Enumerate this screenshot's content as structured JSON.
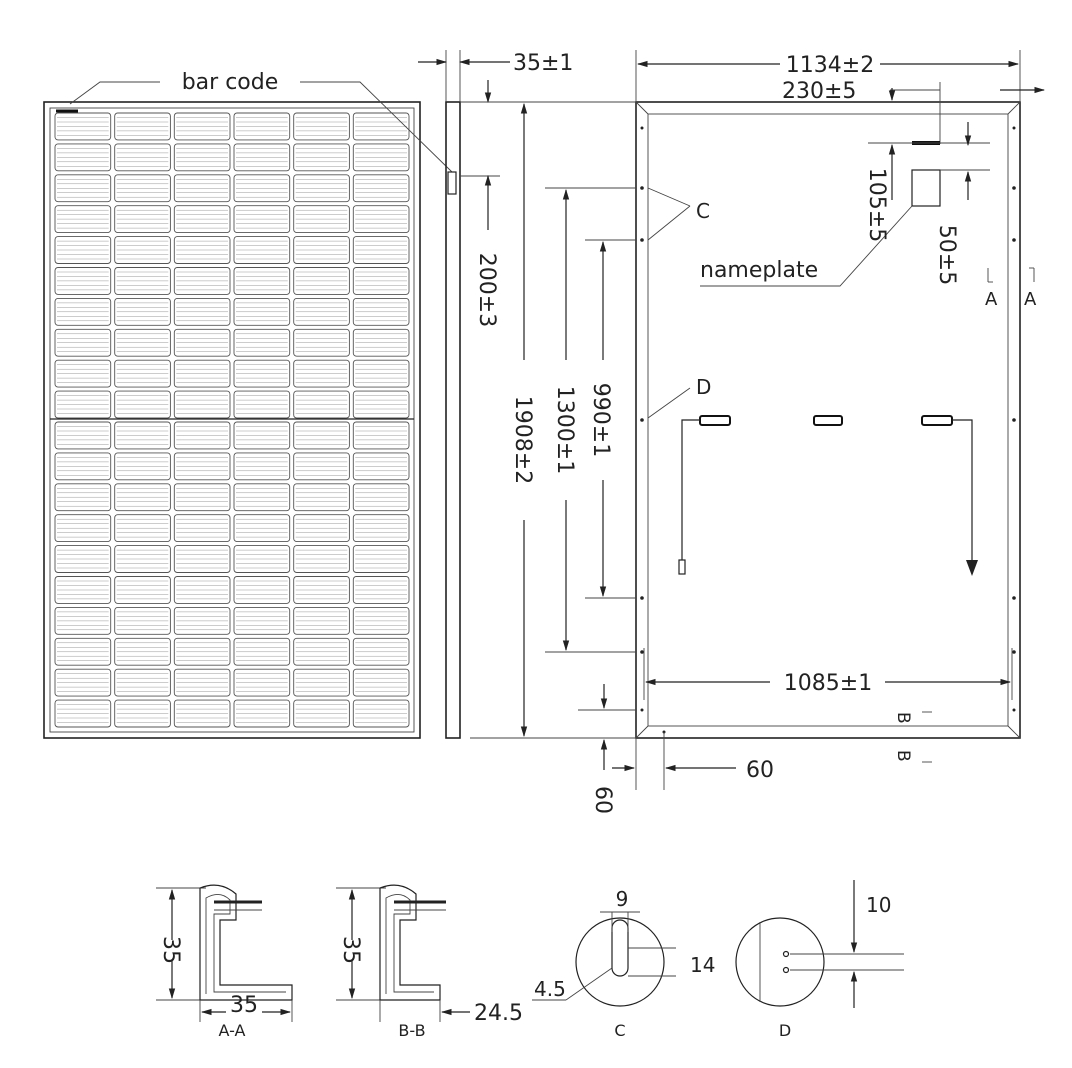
{
  "front": {
    "bar_code_label": "bar code",
    "rows": 20,
    "cols": 6
  },
  "side": {
    "thickness": "35±1",
    "barcode_offset": "200±3"
  },
  "back": {
    "width": "1134±2",
    "nameplate_offset": "230±5",
    "nameplate_v": "105±5",
    "nameplate_h": "50±5",
    "nameplate_label": "nameplate",
    "c_label": "C",
    "d_label": "D",
    "section_a1": "A",
    "section_a2": "A",
    "section_b1": "B",
    "section_b2": "B",
    "height": "1908±2",
    "mount_outer": "1300±1",
    "mount_inner": "990±1",
    "mount_span": "1085±1",
    "corner_h": "60",
    "corner_v": "60"
  },
  "details": {
    "aa": {
      "height": "35",
      "width": "35",
      "caption": "A-A"
    },
    "bb": {
      "height": "35",
      "width": "24.5",
      "caption": "B-B"
    },
    "c": {
      "slot_width": "9",
      "slot_length": "14",
      "radius": "4.5",
      "caption": "C"
    },
    "d": {
      "hole": "10",
      "caption": "D"
    }
  }
}
